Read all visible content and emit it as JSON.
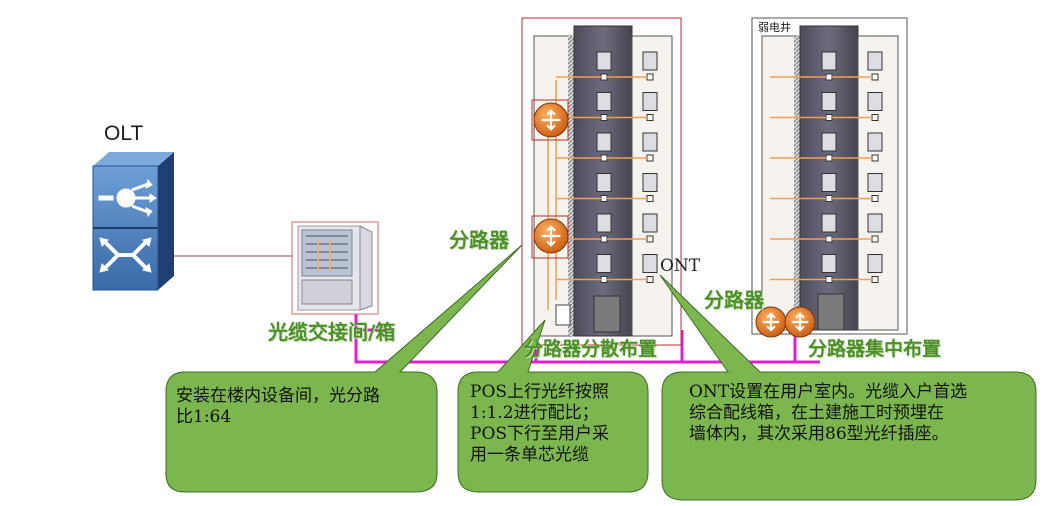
{
  "labels": {
    "olt": "OLT",
    "cabinet": "光缆交接间/箱",
    "splitter_left": "分路器",
    "splitter_right": "分路器",
    "ont": "ONT",
    "distributed": "分路器分散布置",
    "centralized": "分路器集中布置",
    "weak_shaft": "弱电井"
  },
  "callouts": {
    "left": [
      "安装在楼内设备间，光分路",
      "比1:64"
    ],
    "middle": [
      "POS上行光纤按照",
      "1:1.2进行配比；",
      "POS下行至用户采",
      "用一条单芯光缆"
    ],
    "right": [
      "ONT设置在用户室内。光缆入户首选",
      "综合配线箱，在土建施工时预埋在",
      "墙体内，其次采用86型光纤插座。"
    ]
  },
  "colors": {
    "callout_fill": "#7cb64f",
    "callout_stroke": "#3d6b24",
    "fiber_magenta": "#e020d0",
    "fiber_orange": "#f2a055",
    "olt_blue": "#4a7cb8",
    "splitter_orange": "#e2761c"
  },
  "icons": [
    "olt-icon",
    "cabinet-icon",
    "splitter-icon",
    "ont-icon",
    "building-icon"
  ]
}
